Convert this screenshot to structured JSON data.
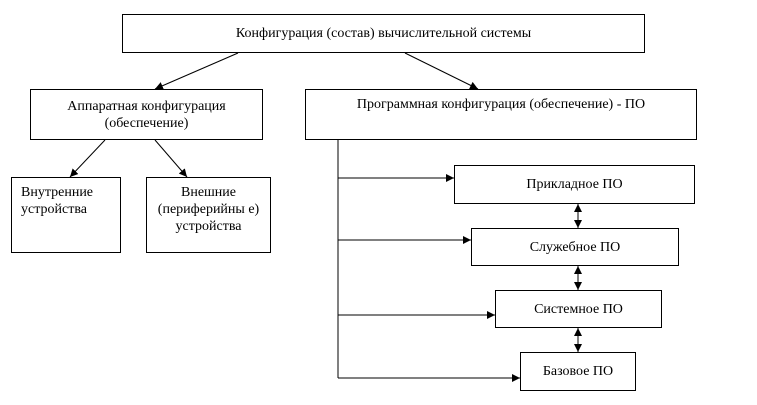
{
  "diagram": {
    "root": "Конфигурация (состав) вычислительной системы",
    "hardware": {
      "title": "Аппаратная конфигурация (обеспечение)",
      "internal": "Внутренние устройства",
      "external": "Внешние (периферийны е) устройства"
    },
    "software": {
      "title": "Программная конфигурация (обеспечение) - ПО",
      "applied": "Прикладное ПО",
      "service": "Служебное ПО",
      "system": "Системное ПО",
      "base": "Базовое ПО"
    }
  }
}
